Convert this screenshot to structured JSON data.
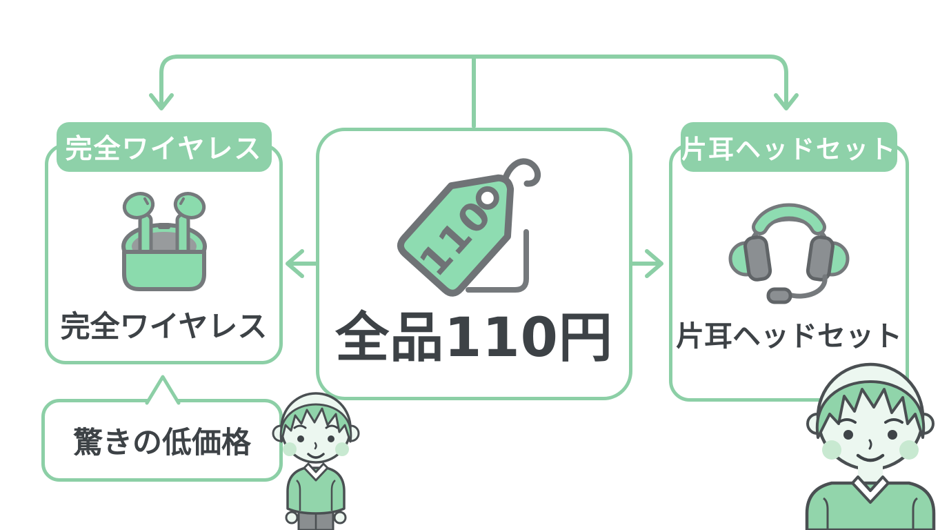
{
  "left": {
    "header": "完全ワイヤレス",
    "label": "完全ワイヤレス"
  },
  "center": {
    "title": "全品110円",
    "tag_number": "110"
  },
  "right": {
    "header": "片耳ヘッドセット",
    "label": "片耳ヘッドセット"
  },
  "callout": {
    "text": "驚きの低価格"
  },
  "colors": {
    "accent_green": "#8ccfa6",
    "pill_green": "#8ed1a9",
    "icon_green": "#8bdbad",
    "icon_gray": "#75797c",
    "mid_gray": "#989b9d",
    "dark_text": "#3d4246",
    "face": "#ecf7f0",
    "blush": "#c8e9d1",
    "pants_gray": "#8a8e90"
  }
}
